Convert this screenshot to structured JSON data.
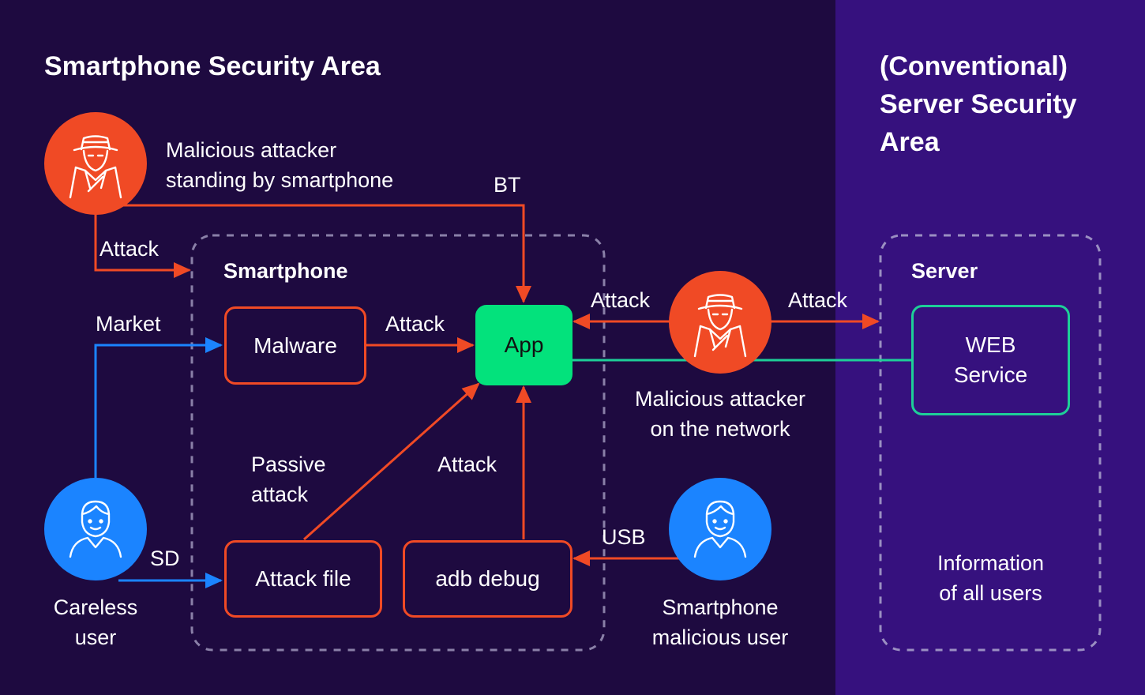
{
  "areas": {
    "smartphone_area_title": "Smartphone Security Area",
    "server_area_title": "(Conventional)\nServer Security\nArea"
  },
  "groups": {
    "smartphone": "Smartphone",
    "server": "Server"
  },
  "nodes": {
    "malware": "Malware",
    "app": "App",
    "attack_file": "Attack file",
    "adb_debug": "adb debug",
    "web_service": "WEB\nService",
    "server_info": "Information\nof all users"
  },
  "actors": {
    "attacker_nearby": "Malicious attacker\nstanding by smartphone",
    "attacker_network": "Malicious attacker\non the network",
    "careless_user": "Careless\nuser",
    "malicious_user": "Smartphone\nmalicious user"
  },
  "edges": {
    "bt": "BT",
    "attack_to_smartphone": "Attack",
    "market": "Market",
    "malware_to_app": "Attack",
    "passive_attack": "Passive\nattack",
    "adb_to_app": "Attack",
    "sd": "SD",
    "usb": "USB",
    "network_to_app": "Attack",
    "network_to_server": "Attack"
  },
  "colors": {
    "left_background": "#1e0a40",
    "right_background": "#36117e",
    "attack_red": "#f04a25",
    "user_blue": "#1b84ff",
    "app_green": "#03e27c",
    "web_teal": "#1ecf98",
    "dashed_border": "#8a80a8"
  },
  "icons": {
    "attacker": "spy-icon",
    "user": "user-icon"
  }
}
